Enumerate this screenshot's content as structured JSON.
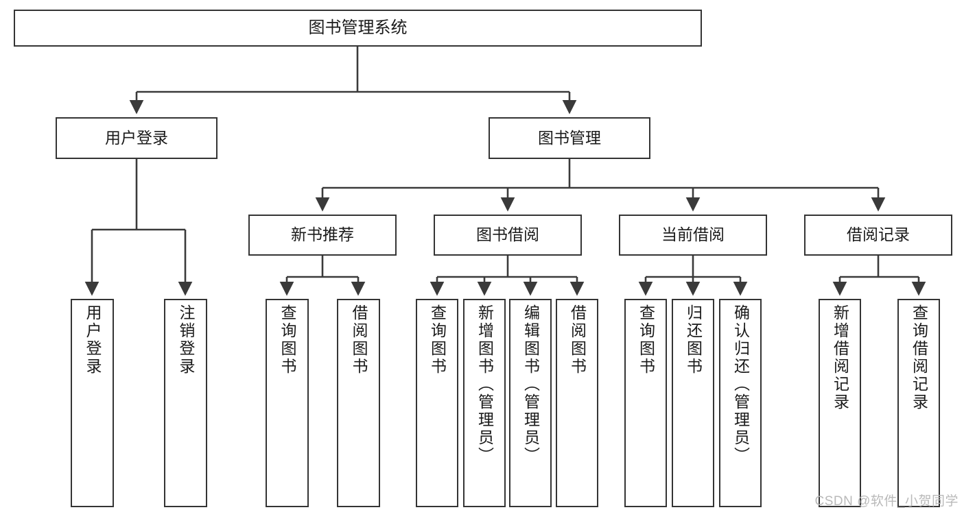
{
  "diagram": {
    "title": "图书管理系统",
    "type": "hierarchy-tree",
    "watermark": "CSDN @软件_小贺同学",
    "colors": {
      "box_border": "#343434",
      "box_fill": "#ffffff",
      "line": "#3a3a3a",
      "text": "#1a1a1a",
      "watermark": "#b9b9b9",
      "background": "#ffffff"
    },
    "root": {
      "label": "图书管理系统"
    },
    "level2": [
      {
        "label": "用户登录"
      },
      {
        "label": "图书管理"
      }
    ],
    "level3": [
      {
        "label": "新书推荐"
      },
      {
        "label": "图书借阅"
      },
      {
        "label": "当前借阅"
      },
      {
        "label": "借阅记录"
      }
    ],
    "leaves": {
      "user_login": [
        {
          "label": "用户登录"
        },
        {
          "label": "注销登录"
        }
      ],
      "new_book_recommend": [
        {
          "label": "查询图书"
        },
        {
          "label": "借阅图书"
        }
      ],
      "book_borrow": [
        {
          "label": "查询图书"
        },
        {
          "label": "新增图书（管理员）"
        },
        {
          "label": "编辑图书（管理员）"
        },
        {
          "label": "借阅图书"
        }
      ],
      "current_borrow": [
        {
          "label": "查询图书"
        },
        {
          "label": "归还图书"
        },
        {
          "label": "确认归还（管理员）"
        }
      ],
      "borrow_records": [
        {
          "label": "新增借阅记录"
        },
        {
          "label": "查询借阅记录"
        }
      ]
    }
  }
}
